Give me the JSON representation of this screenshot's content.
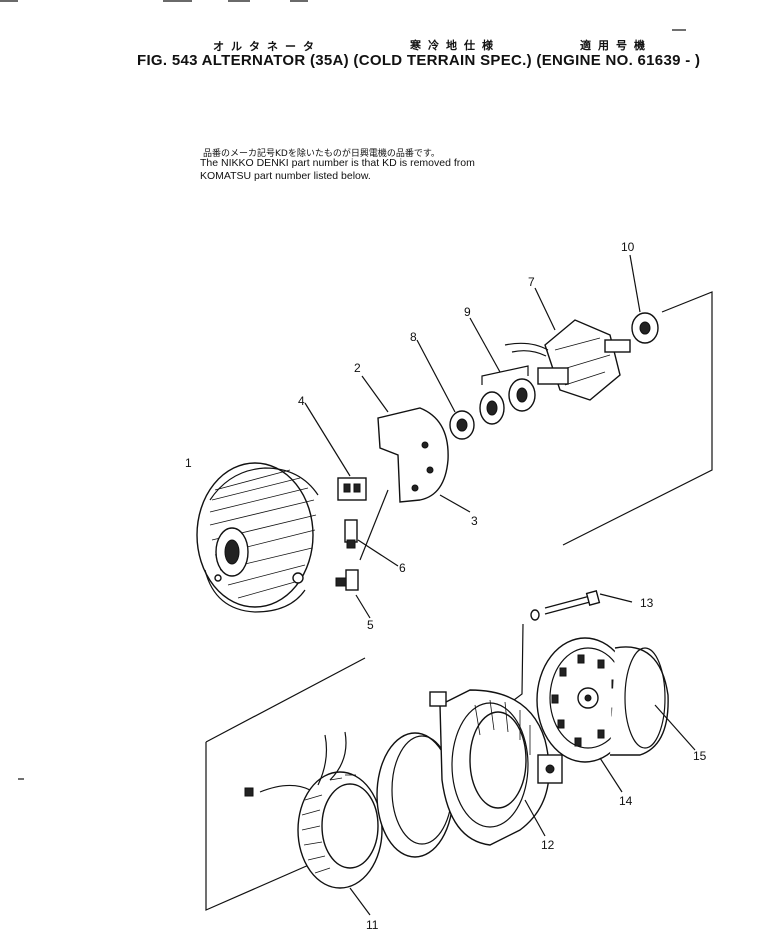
{
  "header": {
    "jp_name": "オルタネータ",
    "jp_spec": "寒冷地仕様",
    "jp_applic": "適用号機",
    "title": "FIG. 543  ALTERNATOR (35A) (COLD TERRAIN SPEC.) (ENGINE NO. 61639 - )"
  },
  "note": {
    "jp": "品番のメーカ記号KDを除いたものが日興電機の品番です。",
    "line1": "The NIKKO DENKI part number is that KD is removed from",
    "line2": "KOMATSU part number listed below."
  },
  "callouts": [
    "1",
    "2",
    "3",
    "4",
    "5",
    "6",
    "7",
    "8",
    "9",
    "10",
    "11",
    "12",
    "13",
    "14",
    "15"
  ]
}
